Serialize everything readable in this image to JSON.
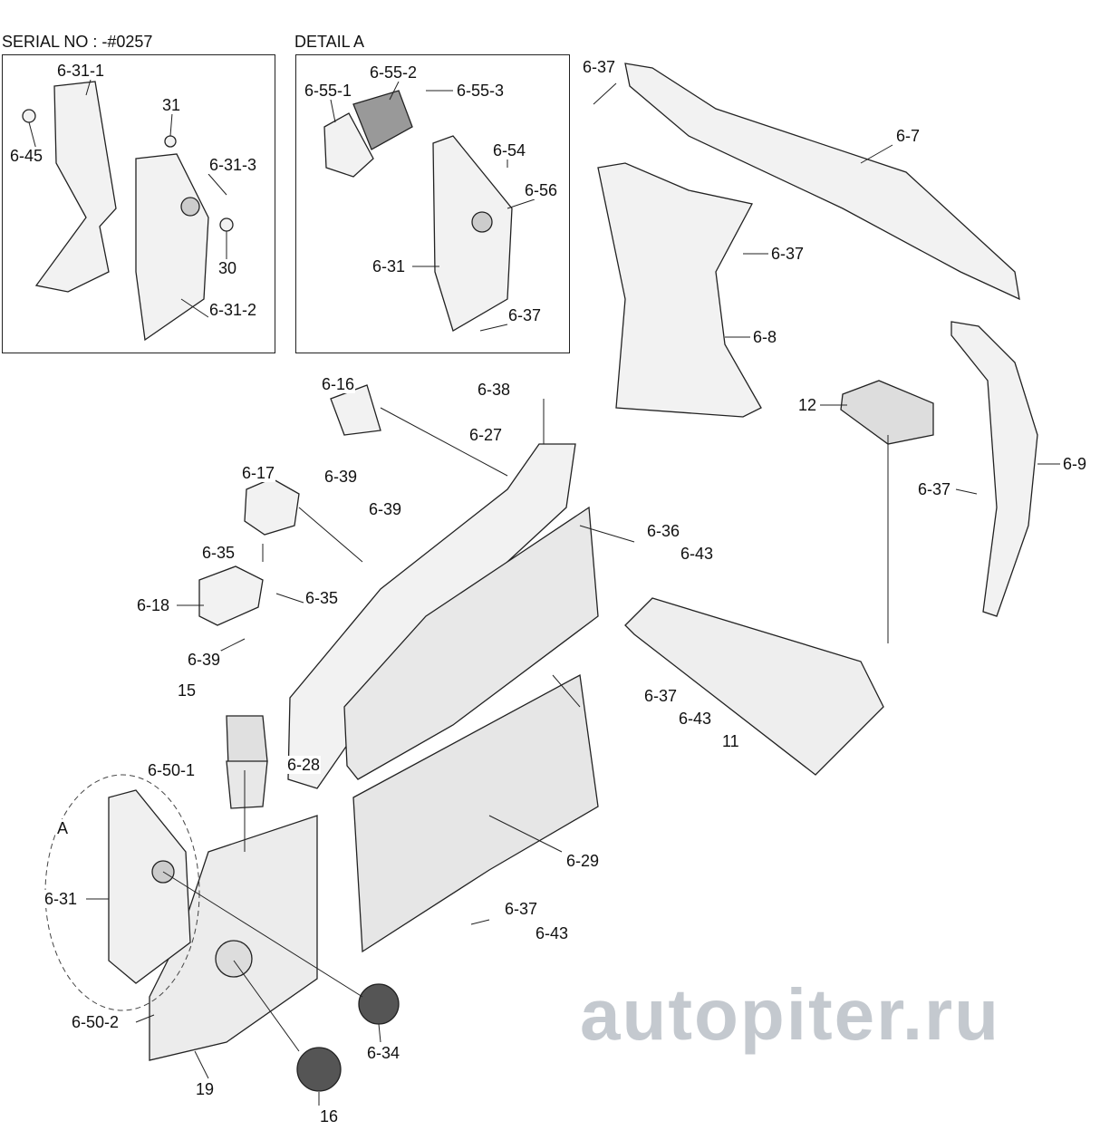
{
  "headers": {
    "serial": "SERIAL NO : -#0257",
    "detail": "DETAIL A"
  },
  "watermark": "autopiter.ru",
  "labels": {
    "b1_6311": "6-31-1",
    "b1_31": "31",
    "b1_645": "6-45",
    "b1_6313": "6-31-3",
    "b1_30": "30",
    "b1_6312": "6-31-2",
    "b2_6552": "6-55-2",
    "b2_6551": "6-55-1",
    "b2_6553": "6-55-3",
    "b2_654": "6-54",
    "b2_656": "6-56",
    "b2_631": "6-31",
    "b2_637": "6-37",
    "m_637a": "6-37",
    "m_67": "6-7",
    "m_637b": "6-37",
    "m_68": "6-8",
    "m_12": "12",
    "m_69": "6-9",
    "m_637c": "6-37",
    "m_616": "6-16",
    "m_638": "6-38",
    "m_627": "6-27",
    "m_639a": "6-39",
    "m_617": "6-17",
    "m_639b": "6-39",
    "m_636": "6-36",
    "m_643a": "6-43",
    "m_635a": "6-35",
    "m_635b": "6-35",
    "m_618": "6-18",
    "m_639c": "6-39",
    "m_15": "15",
    "m_637d": "6-37",
    "m_643b": "6-43",
    "m_11": "11",
    "m_628": "6-28",
    "m_6501": "6-50-1",
    "m_A": "A",
    "m_629": "6-29",
    "m_631": "6-31",
    "m_637e": "6-37",
    "m_643c": "6-43",
    "m_6502": "6-50-2",
    "m_634": "6-34",
    "m_19": "19",
    "m_16": "16"
  }
}
